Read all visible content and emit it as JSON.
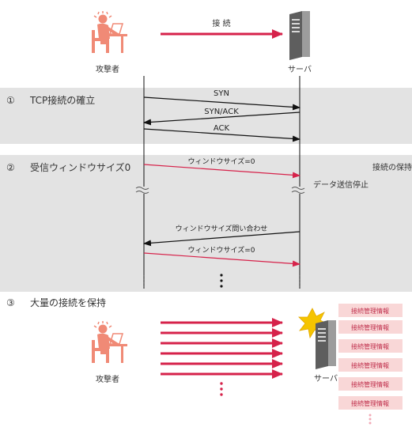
{
  "top": {
    "attacker_label": "攻撃者",
    "server_label": "サーバ",
    "connect_label": "接 続"
  },
  "section1": {
    "number": "①",
    "title": "TCP接続の確立",
    "messages": [
      "SYN",
      "SYN/ACK",
      "ACK"
    ]
  },
  "section2": {
    "number": "②",
    "title": "受信ウィンドウサイズ0",
    "keep_note": "接続の保持",
    "window_zero": "ウィンドウサイズ=0",
    "stop_note": "データ送信停止",
    "probe": "ウィンドウサイズ問い合わせ",
    "window_zero_repeat": "ウィンドウサイズ=0"
  },
  "section3": {
    "number": "③",
    "title": "大量の接続を保持",
    "attacker_label": "攻撃者",
    "server_label": "サーバ",
    "info_boxes": [
      "接続管理情報",
      "接続管理情報",
      "接続管理情報",
      "接続管理情報",
      "接続管理情報",
      "接続管理情報"
    ]
  },
  "colors": {
    "band": "#e3e3e3",
    "red": "#d6224a",
    "attacker": "#f08a76",
    "pink_box": "#f9d7d7",
    "pink_text": "#c0304d",
    "server": "#8a8a8a"
  }
}
